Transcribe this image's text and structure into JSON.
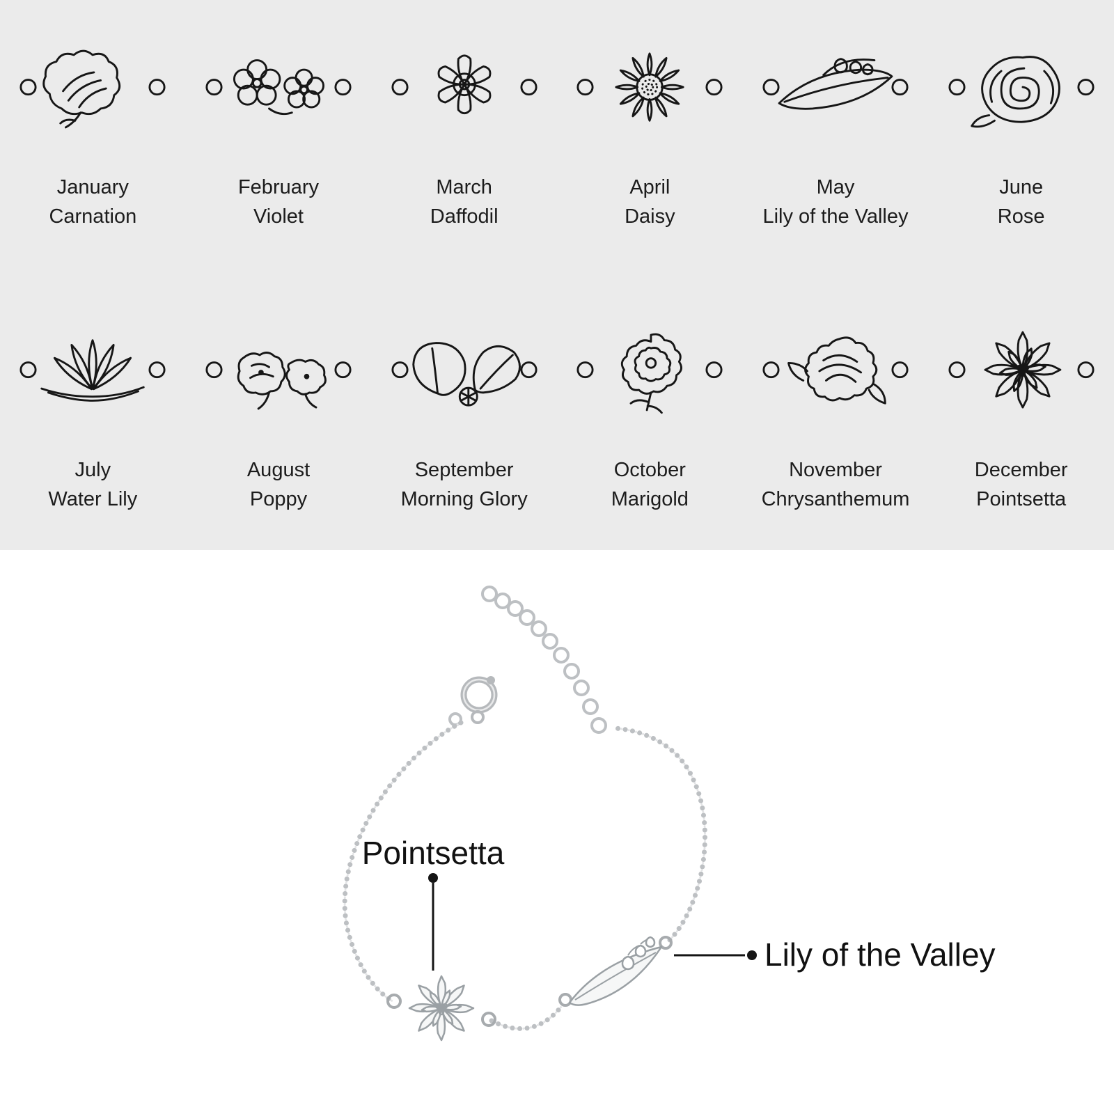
{
  "colors": {
    "top_background": "#ebebeb",
    "line_art": "#161616",
    "silver_chain": "#bdc0c3",
    "text": "#1a1a1a"
  },
  "flower_chart": {
    "items": [
      {
        "month": "January",
        "flower": "Carnation",
        "icon": "carnation-charm-icon"
      },
      {
        "month": "February",
        "flower": "Violet",
        "icon": "violet-charm-icon"
      },
      {
        "month": "March",
        "flower": "Daffodil",
        "icon": "daffodil-charm-icon"
      },
      {
        "month": "April",
        "flower": "Daisy",
        "icon": "daisy-charm-icon"
      },
      {
        "month": "May",
        "flower": "Lily of the Valley",
        "icon": "lily-of-the-valley-charm-icon"
      },
      {
        "month": "June",
        "flower": "Rose",
        "icon": "rose-charm-icon"
      },
      {
        "month": "July",
        "flower": "Water Lily",
        "icon": "water-lily-charm-icon"
      },
      {
        "month": "August",
        "flower": "Poppy",
        "icon": "poppy-charm-icon"
      },
      {
        "month": "September",
        "flower": "Morning Glory",
        "icon": "morning-glory-charm-icon"
      },
      {
        "month": "October",
        "flower": "Marigold",
        "icon": "marigold-charm-icon"
      },
      {
        "month": "November",
        "flower": "Chrysanthemum",
        "icon": "chrysanthemum-charm-icon"
      },
      {
        "month": "December",
        "flower": "Pointsetta",
        "icon": "pointsetta-charm-icon"
      }
    ]
  },
  "bracelet": {
    "callouts": [
      {
        "label": "Pointsetta"
      },
      {
        "label": "Lily of the Valley"
      }
    ]
  }
}
